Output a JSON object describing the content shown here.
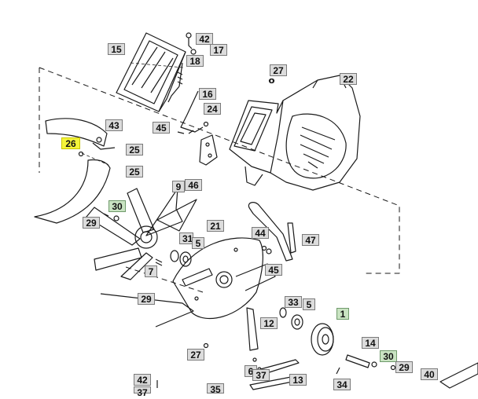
{
  "callouts": [
    {
      "text": "15",
      "style": "grey"
    },
    {
      "text": "42",
      "style": "grey"
    },
    {
      "text": "17",
      "style": "grey"
    },
    {
      "text": "18",
      "style": "grey"
    },
    {
      "text": "16",
      "style": "grey"
    },
    {
      "text": "27",
      "style": "grey"
    },
    {
      "text": "22",
      "style": "grey"
    },
    {
      "text": "24",
      "style": "grey"
    },
    {
      "text": "43",
      "style": "grey"
    },
    {
      "text": "45",
      "style": "grey"
    },
    {
      "text": "26",
      "style": "yellow"
    },
    {
      "text": "25",
      "style": "grey"
    },
    {
      "text": "25",
      "style": "grey"
    },
    {
      "text": "9",
      "style": "grey"
    },
    {
      "text": "46",
      "style": "grey"
    },
    {
      "text": "30",
      "style": "green"
    },
    {
      "text": "29",
      "style": "grey"
    },
    {
      "text": "21",
      "style": "grey"
    },
    {
      "text": "44",
      "style": "grey"
    },
    {
      "text": "47",
      "style": "grey"
    },
    {
      "text": "31",
      "style": "grey"
    },
    {
      "text": "5",
      "style": "grey"
    },
    {
      "text": "45",
      "style": "grey"
    },
    {
      "text": "7",
      "style": "grey"
    },
    {
      "text": "29",
      "style": "grey"
    },
    {
      "text": "33",
      "style": "grey"
    },
    {
      "text": "5",
      "style": "grey"
    },
    {
      "text": "1",
      "style": "green"
    },
    {
      "text": "12",
      "style": "grey"
    },
    {
      "text": "27",
      "style": "grey"
    },
    {
      "text": "14",
      "style": "grey"
    },
    {
      "text": "30",
      "style": "green"
    },
    {
      "text": "29",
      "style": "grey"
    },
    {
      "text": "6",
      "style": "grey"
    },
    {
      "text": "37",
      "style": "grey"
    },
    {
      "text": "13",
      "style": "grey"
    },
    {
      "text": "34",
      "style": "grey"
    },
    {
      "text": "40",
      "style": "grey"
    },
    {
      "text": "42",
      "style": "grey"
    },
    {
      "text": "37",
      "style": "grey"
    },
    {
      "text": "35",
      "style": "grey"
    }
  ],
  "colors": {
    "grey": "#dcdcdc",
    "green": "#c9e3c2",
    "yellow": "#f4f43a",
    "line": "#1a1a1a"
  }
}
